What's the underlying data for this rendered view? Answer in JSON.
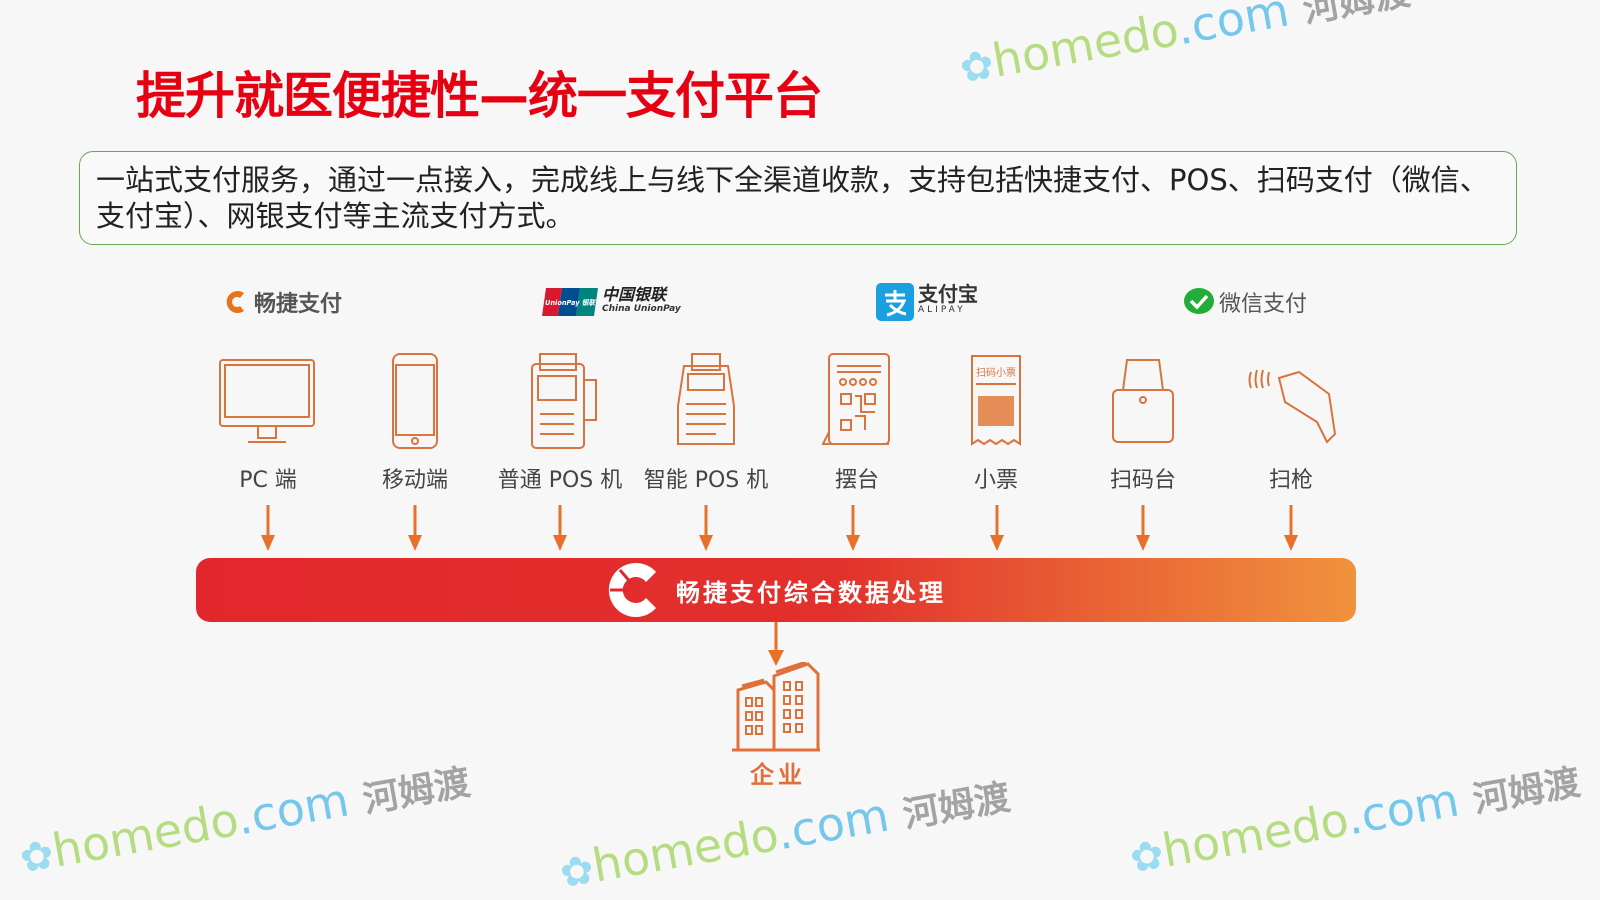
{
  "title": "提升就医便捷性—统一支付平台",
  "description": "一站式支付服务，通过一点接入，完成线上与线下全渠道收款，支持包括快捷支付、POS、扫码支付（微信、支付宝）、网银支付等主流支付方式。",
  "brands": [
    {
      "name": "畅捷支付"
    },
    {
      "name": "中国银联",
      "sub": "China UnionPay",
      "badge": "UnionPay 银联"
    },
    {
      "name": "支付宝",
      "sub": "ALIPAY"
    },
    {
      "name": "微信支付"
    }
  ],
  "devices": [
    {
      "label": "PC 端",
      "icon": "monitor-icon"
    },
    {
      "label": "移动端",
      "icon": "phone-icon"
    },
    {
      "label": "普通 POS 机",
      "icon": "pos-terminal-icon"
    },
    {
      "label": "智能 POS 机",
      "icon": "smart-pos-icon"
    },
    {
      "label": "摆台",
      "icon": "qr-stand-icon"
    },
    {
      "label": "小票",
      "icon": "receipt-icon",
      "text": "扫码小票"
    },
    {
      "label": "扫码台",
      "icon": "scanner-box-icon"
    },
    {
      "label": "扫枪",
      "icon": "scan-gun-icon"
    }
  ],
  "processing": "畅捷支付综合数据处理",
  "enterprise": "企业",
  "watermark": {
    "brand": "homedo",
    "domain": ".com",
    "cn": "河姆渡"
  },
  "colors": {
    "title": "#e60012",
    "accent": "#e0703a",
    "border": "#6aa84f"
  }
}
